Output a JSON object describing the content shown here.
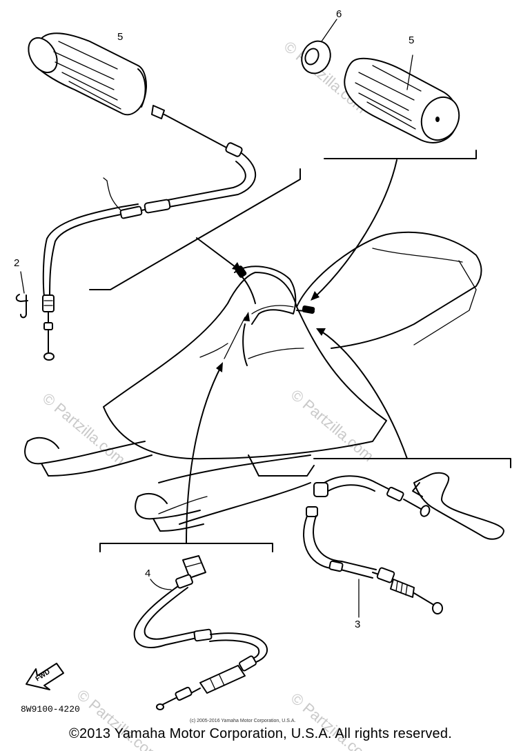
{
  "callouts": {
    "c1": "5",
    "c2": "6",
    "c3": "5",
    "c4": "2",
    "c5": "4",
    "c6": "3"
  },
  "part_code": "8W9100-4220",
  "fwd_label": "FWD",
  "watermarks": {
    "w1": "© Partzilla.com",
    "w2": "© Partzilla.com",
    "w3": "© Partzilla.com",
    "w4": "© Partzilla.com",
    "w5": "© Partzilla.com"
  },
  "small_copyright": "(c) 2005-2016 Yamaha Motor Corporation, U.S.A.",
  "footer_copyright": "©2013 Yamaha Motor Corporation, U.S.A. All rights reserved."
}
